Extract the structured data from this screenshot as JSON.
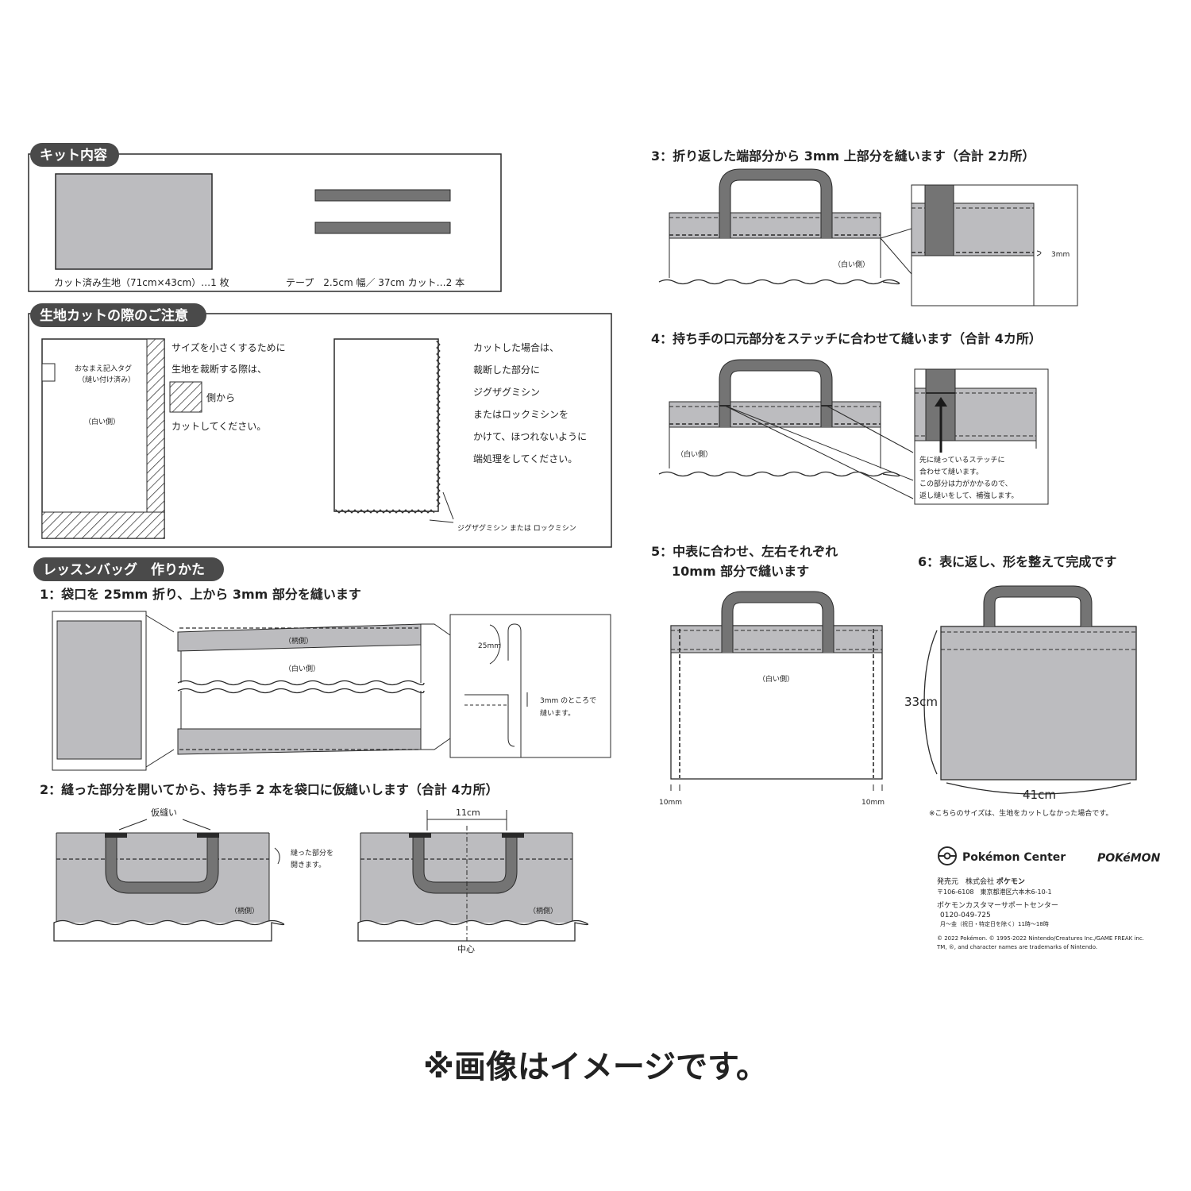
{
  "kit": {
    "title": "キット内容",
    "fabric_label": "カット済み生地（71cm×43cm）…1 枚",
    "tape_label": "テープ　2.5cm 幅／ 37cm カット…2 本"
  },
  "cut_notes": {
    "title": "生地カットの際のご注意",
    "name_tag": [
      "おなまえ記入タグ",
      "（縫い付け済み）"
    ],
    "white_side": "（白い側）",
    "hatch_text": [
      "サイズを小さくするために",
      "生地を裁断する際は、",
      "側から",
      "カットしてください。"
    ],
    "finish_text": [
      "カットした場合は、",
      "裁断した部分に",
      "ジグザグミシン",
      "またはロックミシンを",
      "かけて、ほつれないように",
      "端処理をしてください。"
    ],
    "zigzag_label": "ジグザグミシン または ロックミシン"
  },
  "lesson": {
    "title": "レッスンバッグ　作りかた"
  },
  "steps": {
    "s1": {
      "title": "1：袋口を 25mm 折り、上から 3mm 部分を縫います",
      "pattern_side": "（柄側）",
      "white_side": "（白い側）",
      "fold": "25mm",
      "note": [
        "3mm のところで",
        "縫います。"
      ]
    },
    "s2": {
      "title": "2：縫った部分を開いてから、持ち手 2 本を袋口に仮縫いします（合計 4カ所）",
      "baste": "仮縫い",
      "open_note": [
        "縫った部分を",
        "開きます。"
      ],
      "pattern_side": "（柄側）",
      "width": "11cm",
      "center": "中心"
    },
    "s3": {
      "title": "3：折り返した端部分から 3mm 上部分を縫います（合計 2カ所）",
      "white_side": "（白い側）",
      "gap": "3mm"
    },
    "s4": {
      "title": "4：持ち手の口元部分をステッチに合わせて縫います（合計 4カ所）",
      "white_side": "（白い側）",
      "note": [
        "先に縫っているステッチに",
        "合わせて縫います。",
        "この部分は力がかかるので、",
        "返し縫いをして、補強します。"
      ]
    },
    "s5": {
      "title": [
        "5：中表に合わせ、左右それぞれ",
        "10mm 部分で縫います"
      ],
      "white_side": "（白い側）",
      "seam_left": "10mm",
      "seam_right": "10mm"
    },
    "s6": {
      "title": "6：表に返し、形を整えて完成です",
      "height": "33cm",
      "width": "41cm",
      "note": "※こちらのサイズは、生地をカットしなかった場合です。"
    }
  },
  "footer": {
    "brand": "Pokémon Center",
    "logo": "POKéMON",
    "seller": "発売元　株式会社 ",
    "seller_bold": "ポケモン",
    "address": "〒106-6108　東京都港区六本木6-10-1",
    "support": "ポケモンカスタマーサポートセンター",
    "phone": "0120-049-725",
    "hours": "月〜金（祝日・特定日を除く）11時〜18時",
    "copyright": "© 2022 Pokémon. © 1995-2022 Nintendo/Creatures Inc./GAME FREAK inc.",
    "trademark": "TM, ®, and character names are trademarks of Nintendo."
  },
  "notice": "※画像はイメージです。",
  "colors": {
    "fabric": "#bcbcbf",
    "tape": "#747474",
    "pill": "#4a4a4a",
    "line": "#2a2a2a"
  }
}
